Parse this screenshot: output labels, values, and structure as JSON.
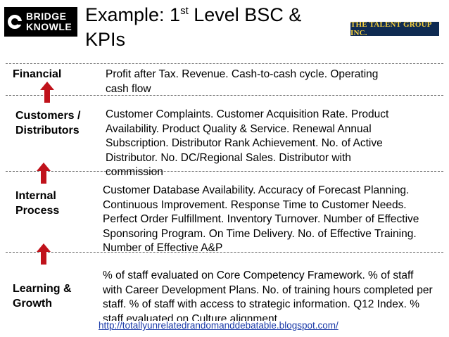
{
  "header": {
    "logo_left": {
      "line1": "BRIDGE",
      "line2": "KNOWLE"
    },
    "title_line1_pre": "Example: 1",
    "title_sup": "st",
    "title_line1_post": " Level BSC &",
    "title_line2": "KPIs",
    "logo_right": "THE TALENT GROUP INC."
  },
  "levels": [
    {
      "label_lines": [
        "Financial"
      ],
      "text": "Profit after Tax. Revenue. Cash-to-cash cycle. Operating cash flow"
    },
    {
      "label_lines": [
        "Customers /",
        "Distributors"
      ],
      "text": "Customer Complaints. Customer Acquisition Rate. Product Availability. Product Quality & Service. Renewal Annual Subscription. Distributor Rank Achievement. No. of Active Distributor. No. DC/Regional Sales. Distributor with commission"
    },
    {
      "label_lines": [
        "Internal",
        "Process"
      ],
      "text": "Customer Database Availability. Accuracy of Forecast Planning. Continuous Improvement. Response Time to Customer Needs. Perfect Order Fulfillment. Inventory Turnover. Number of Effective Sponsoring Program. On Time Delivery. No. of Effective Training. Number of Effective A&P"
    },
    {
      "label_lines": [
        "Learning &",
        "Growth"
      ],
      "text": "% of staff evaluated on Core Competency Framework. % of staff with Career Development Plans. No. of training hours completed per staff. % of staff with access to strategic information. Q12 Index. % staff evaluated on Culture alignment"
    }
  ],
  "footer": {
    "link": "http://totallyunrelatedrandomanddebatable.blogspot.com/"
  },
  "colors": {
    "arrow": "#c0121b",
    "link": "#1a3aa8",
    "logo_right_bg": "#0f2b52",
    "logo_right_text": "#f6cf3c"
  }
}
